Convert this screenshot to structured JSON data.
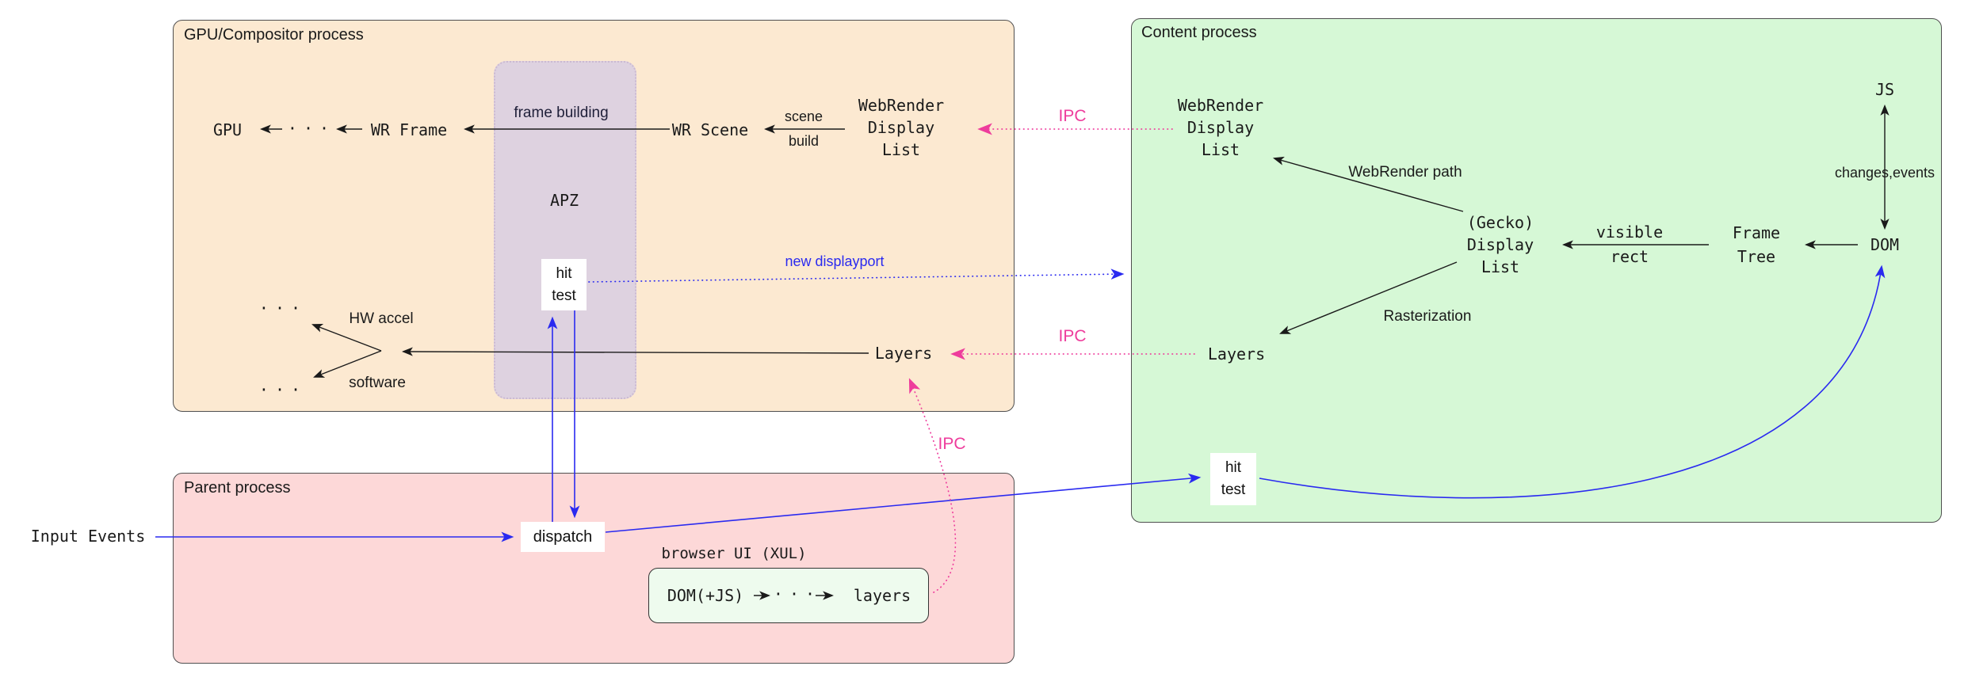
{
  "diagram_title": "Firefox rendering / compositing process diagram",
  "colors": {
    "gpu_box_bg": "#fce9d1",
    "apz_box_bg": "#ded2e0",
    "content_box_bg": "#d6f8d6",
    "parent_box_bg": "#fdd8d8",
    "browser_ui_box_bg": "#eefbee",
    "ipc_pink": "#ee3c9c",
    "event_blue": "#2a2af0",
    "line_black": "#1a1a1a"
  },
  "processes": {
    "gpu": {
      "title": "GPU/Compositor process"
    },
    "content": {
      "title": "Content process"
    },
    "parent": {
      "title": "Parent process"
    }
  },
  "gpu": {
    "gpu_node": "GPU",
    "dots_chain": "· · ·",
    "wr_frame": "WR Frame",
    "frame_building": "frame building",
    "apz": "APZ",
    "wr_scene": "WR Scene",
    "scene_build": "scene\nbuild",
    "webrender_display_list": "WebRender\nDisplay\nList",
    "hit_test": "hit\ntest",
    "dots_hw": "· · ·",
    "hw_accel": "HW accel",
    "dots_sw": "· · ·",
    "software": "software",
    "layers": "Layers"
  },
  "content": {
    "webrender_display_list": "WebRender\nDisplay\nList",
    "webrender_path": "WebRender path",
    "js": "JS",
    "changes_events": "changes,events",
    "dom": "DOM",
    "frame_tree": "Frame\nTree",
    "visible_rect": "visible\nrect",
    "gecko_display_list": "(Gecko)\nDisplay\nList",
    "rasterization": "Rasterization",
    "layers": "Layers",
    "hit_test": "hit\ntest"
  },
  "parent": {
    "input_events": "Input Events",
    "dispatch": "dispatch",
    "browser_ui": "browser UI (XUL)",
    "dom_js": "DOM(+JS)",
    "dots_ui": "· · ·",
    "layers_ui": "layers"
  },
  "edges": {
    "ipc_top": "IPC",
    "ipc_mid": "IPC",
    "ipc_low": "IPC",
    "new_displayport": "new displayport"
  }
}
